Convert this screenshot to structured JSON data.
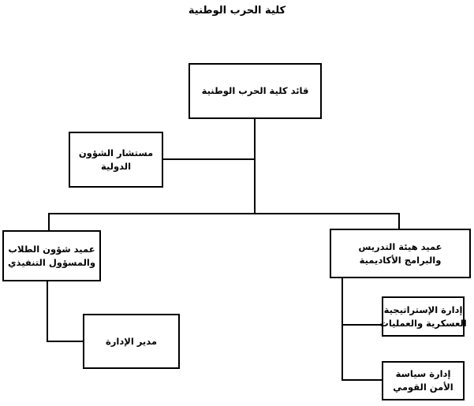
{
  "title": "كلية الحرب الوطنية",
  "colors": {
    "background": "#ffffff",
    "line": "#000000",
    "text": "#000000"
  },
  "org_chart": {
    "commander": {
      "line1": "قائد كلية الحرب الوطنية"
    },
    "advisor": {
      "line1": "مستشار الشؤون",
      "line2": "الدولية"
    },
    "dean_students": {
      "line1": "عميد شؤون الطلاب",
      "line2": "والمسؤول التنفيذي"
    },
    "dean_faculty": {
      "line1": "عميد هيئة التدريس",
      "line2": "والبرامج الأكاديمية"
    },
    "admin_director": {
      "line1": "مدير الإدارة"
    },
    "strategy_dept": {
      "line1": "إدارة الإستراتيجية",
      "line2": "العسكرية والعمليات"
    },
    "security_dept": {
      "line1": "إدارة سياسة",
      "line2": "الأمن القومي"
    }
  }
}
